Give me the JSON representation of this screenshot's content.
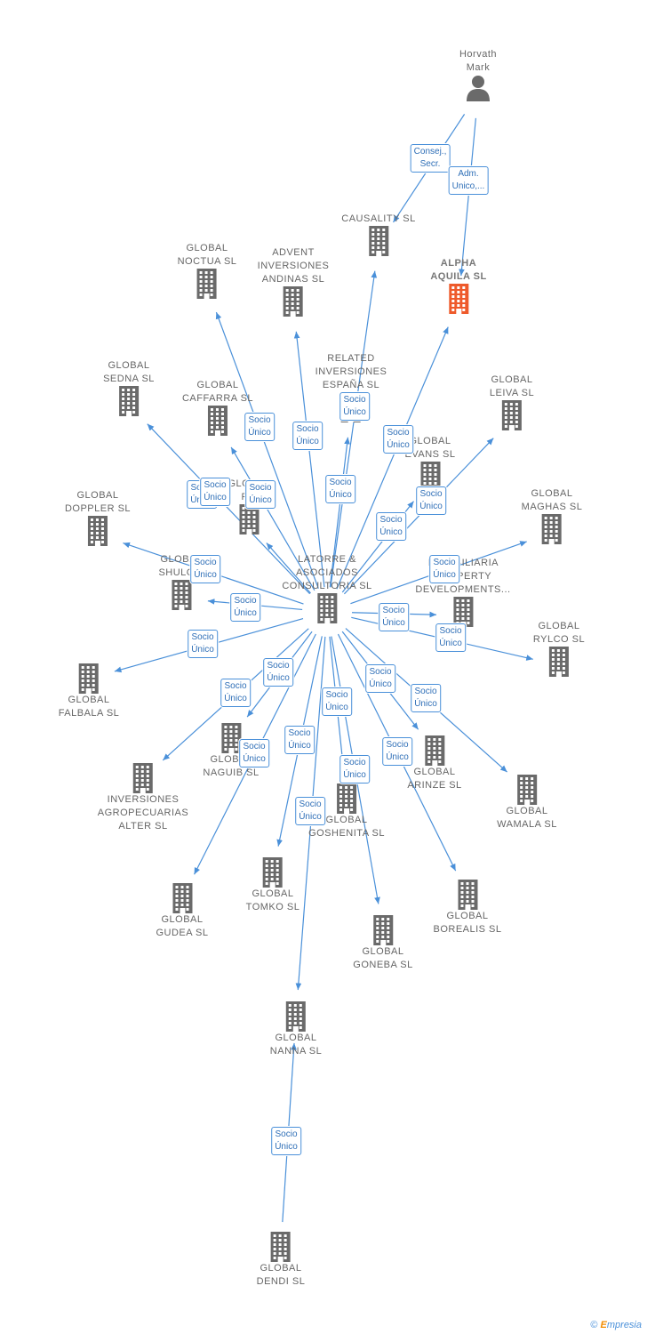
{
  "colors": {
    "edge": "#4a90d9",
    "node": "#6a6a6a",
    "highlight": "#ee5a2b",
    "label_border": "#4a90d9"
  },
  "nodes": [
    {
      "id": "horvath",
      "type": "person",
      "label": "Horvath\nMark"
    },
    {
      "id": "causality",
      "type": "company",
      "label": "CAUSALITY SL"
    },
    {
      "id": "alpha",
      "type": "company",
      "label": "ALPHA\nAQUILA SL",
      "highlight": true
    },
    {
      "id": "noctua",
      "type": "company",
      "label": "GLOBAL\nNOCTUA SL"
    },
    {
      "id": "advent",
      "type": "company",
      "label": "ADVENT\nINVERSIONES\nANDINAS SL"
    },
    {
      "id": "related",
      "type": "company",
      "label": "RELATED\nINVERSIONES\nESPAÑA SL"
    },
    {
      "id": "sedna",
      "type": "company",
      "label": "GLOBAL\nSEDNA SL"
    },
    {
      "id": "caffarra",
      "type": "company",
      "label": "GLOBAL\nCAFFARRA SL"
    },
    {
      "id": "leiva",
      "type": "company",
      "label": "GLOBAL\nLEIVA SL"
    },
    {
      "id": "evans",
      "type": "company",
      "label": "GLOBAL\nEVANS SL"
    },
    {
      "id": "doppler",
      "type": "company",
      "label": "GLOBAL\nDOPPLER SL"
    },
    {
      "id": "hidden1",
      "type": "company",
      "label": "GLOBAL\nP..."
    },
    {
      "id": "maghas",
      "type": "company",
      "label": "GLOBAL\nMAGHAS SL"
    },
    {
      "id": "shulg",
      "type": "company",
      "label": "GLOBAL\nSHULG..."
    },
    {
      "id": "latorre",
      "type": "company",
      "label": "LATORRE &\nASOCIADOS\nCONSULTORIA SL"
    },
    {
      "id": "inmo",
      "type": "company",
      "label": "INMOBILIARIA\nPROPERTY\nDEVELOPMENTS..."
    },
    {
      "id": "rylco",
      "type": "company",
      "label": "GLOBAL\nRYLCO SL"
    },
    {
      "id": "falbala",
      "type": "company",
      "label": "GLOBAL\nFALBALA SL"
    },
    {
      "id": "naguib",
      "type": "company",
      "label": "GLOBAL\nNAGUIB SL"
    },
    {
      "id": "arinze",
      "type": "company",
      "label": "GLOBAL\nARINZE SL"
    },
    {
      "id": "wamala",
      "type": "company",
      "label": "GLOBAL\nWAMALA SL"
    },
    {
      "id": "alter",
      "type": "company",
      "label": "INVERSIONES\nAGROPECUARIAS\nALTER SL"
    },
    {
      "id": "goshenita",
      "type": "company",
      "label": "GLOBAL\nGOSHENITA SL"
    },
    {
      "id": "gudea",
      "type": "company",
      "label": "GLOBAL\nGUDEA SL"
    },
    {
      "id": "tomko",
      "type": "company",
      "label": "GLOBAL\nTOMKO SL"
    },
    {
      "id": "boreales",
      "type": "company",
      "label": "GLOBAL\nBOREALIS SL"
    },
    {
      "id": "goneba",
      "type": "company",
      "label": "GLOBAL\nGONEBA SL"
    },
    {
      "id": "nanna",
      "type": "company",
      "label": "GLOBAL\nNANNA SL"
    },
    {
      "id": "dendi",
      "type": "company",
      "label": "GLOBAL\nDENDI SL"
    }
  ],
  "edges": [
    {
      "from": "horvath",
      "to": "causality",
      "label": "Consej.,\nSecr."
    },
    {
      "from": "horvath",
      "to": "alpha",
      "label": "Adm.\nUnico,..."
    },
    {
      "from": "latorre",
      "to": "noctua",
      "label": "Socio\nÚnico"
    },
    {
      "from": "latorre",
      "to": "advent",
      "label": "Socio\nÚnico"
    },
    {
      "from": "latorre",
      "to": "causality",
      "label": "Socio\nÚnico"
    },
    {
      "from": "latorre",
      "to": "related",
      "label": "Socio\nÚnico"
    },
    {
      "from": "latorre",
      "to": "alpha",
      "label": "Socio\nÚnico"
    },
    {
      "from": "latorre",
      "to": "sedna",
      "label": "Socio\nÚnico"
    },
    {
      "from": "latorre",
      "to": "caffarra",
      "label": "Socio\nÚnico"
    },
    {
      "from": "latorre",
      "to": "hidden1",
      "label": "Socio\nÚnico"
    },
    {
      "from": "latorre",
      "to": "leiva",
      "label": "Socio\nÚnico"
    },
    {
      "from": "latorre",
      "to": "evans",
      "label": "Socio\nÚnico"
    },
    {
      "from": "latorre",
      "to": "doppler",
      "label": "Socio\nÚnico"
    },
    {
      "from": "latorre",
      "to": "maghas",
      "label": "Socio\nÚnico"
    },
    {
      "from": "latorre",
      "to": "shulg",
      "label": "Socio\nÚnico"
    },
    {
      "from": "latorre",
      "to": "inmo",
      "label": "Socio\nÚnico"
    },
    {
      "from": "latorre",
      "to": "rylco",
      "label": "Socio\nÚnico"
    },
    {
      "from": "latorre",
      "to": "falbala",
      "label": "Socio\nÚnico"
    },
    {
      "from": "latorre",
      "to": "naguib",
      "label": "Socio\nÚnico"
    },
    {
      "from": "latorre",
      "to": "alter",
      "label": "Socio\nÚnico"
    },
    {
      "from": "latorre",
      "to": "arinze",
      "label": "Socio\nÚnico"
    },
    {
      "from": "latorre",
      "to": "wamala",
      "label": "Socio\nÚnico"
    },
    {
      "from": "latorre",
      "to": "goshenita",
      "label": "Socio\nÚnico"
    },
    {
      "from": "latorre",
      "to": "gudea",
      "label": "Socio\nÚnico"
    },
    {
      "from": "latorre",
      "to": "tomko",
      "label": "Socio\nÚnico"
    },
    {
      "from": "latorre",
      "to": "boreales",
      "label": "Socio\nÚnico"
    },
    {
      "from": "latorre",
      "to": "goneba",
      "label": "Socio\nÚnico"
    },
    {
      "from": "latorre",
      "to": "nanna",
      "label": "Socio\nÚnico"
    },
    {
      "from": "dendi",
      "to": "nanna",
      "label": "Socio\nÚnico"
    }
  ],
  "footer": {
    "copyright": "©",
    "brand_first": "E",
    "brand_rest": "mpresia"
  }
}
